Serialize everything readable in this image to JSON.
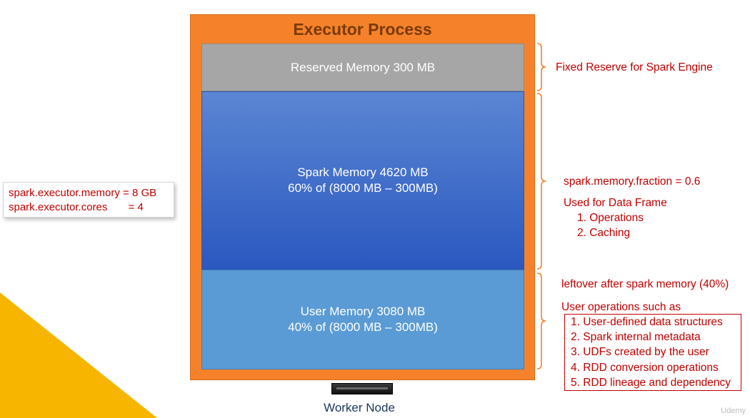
{
  "config": {
    "line1": "spark.executor.memory = 8 GB",
    "line2": "spark.executor.cores       = 4"
  },
  "executor": {
    "title": "Executor Process",
    "reserved": {
      "label": "Reserved Memory 300 MB"
    },
    "spark": {
      "label": "Spark Memory 4620 MB",
      "detail": "60% of (8000 MB – 300MB)"
    },
    "user": {
      "label": "User Memory 3080 MB",
      "detail": "40% of (8000 MB – 300MB)"
    }
  },
  "worker": {
    "label": "Worker Node"
  },
  "notes": {
    "reserved": "Fixed Reserve for Spark Engine",
    "fraction": "spark.memory.fraction = 0.6",
    "used_for": "Used for Data Frame",
    "spark_items": [
      "1.  Operations",
      "2.  Caching"
    ],
    "leftover": "leftover after spark memory (40%)",
    "user_ops": "User operations such as",
    "user_items": [
      "1.  User-defined data structures",
      "2.  Spark internal metadata",
      "3.  UDFs created by the user",
      "4.  RDD conversion operations",
      "5.  RDD lineage and dependency"
    ]
  },
  "watermark": "Udemy",
  "colors": {
    "executor": "#f5822a",
    "reserved": "#a6a6a6",
    "spark": "#3a66c8",
    "user": "#5b9bd5",
    "notes": "#c00000",
    "accent": "#f8b500"
  }
}
